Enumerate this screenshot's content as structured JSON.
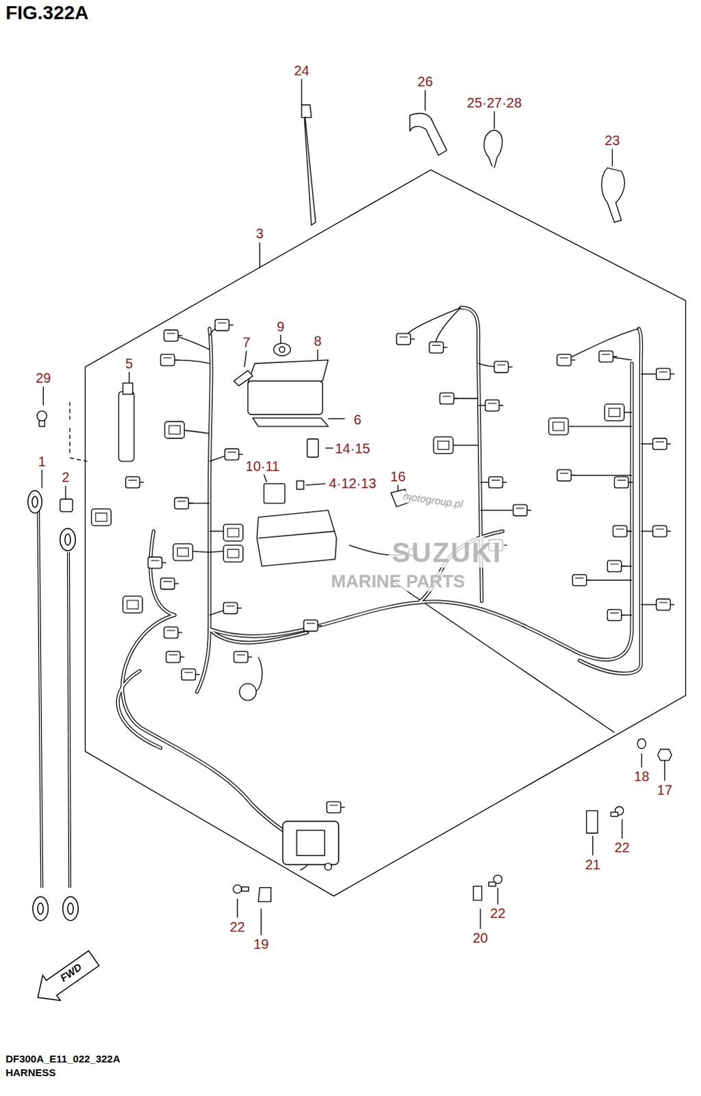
{
  "diagram": {
    "title": "FIG.322A",
    "caption": "HARNESS",
    "labels": [
      "24",
      "26",
      "25·27·28",
      "23",
      "3",
      "9",
      "7",
      "8",
      "5",
      "29",
      "6",
      "14·15",
      "1",
      "2",
      "10·11",
      "16",
      "4·12·13",
      "18",
      "17",
      "21",
      "22",
      "22",
      "19",
      "22",
      "20",
      "motogroup.pl",
      "SUZUKI",
      "MARINE PARTS",
      "FWD",
      "DF300A_E11_022_322A"
    ]
  }
}
